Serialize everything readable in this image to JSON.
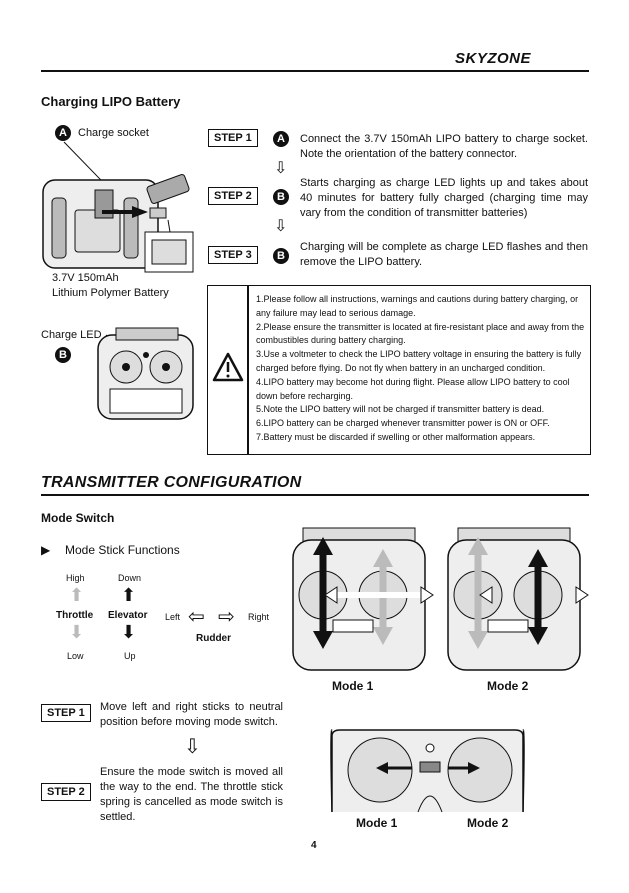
{
  "header": {
    "brand": "SKYZONE"
  },
  "charging": {
    "title": "Charging LIPO Battery",
    "label_a": "A",
    "label_b": "B",
    "charge_socket": "Charge socket",
    "battery_line1": "3.7V 150mAh",
    "battery_line2": "Lithium Polymer Battery",
    "charge_led": "Charge LED",
    "steps": [
      {
        "label": "STEP 1",
        "marker": "A",
        "text": "Connect the 3.7V 150mAh LIPO battery to charge socket. Note the orientation of the battery connector."
      },
      {
        "label": "STEP 2",
        "marker": "B",
        "text": "Starts charging as charge LED lights up and takes about 40 minutes for battery fully charged (charging time may vary from the condition of transmitter batteries)"
      },
      {
        "label": "STEP 3",
        "marker": "B",
        "text": "Charging will be complete as charge LED flashes and then remove the LIPO battery."
      }
    ],
    "warnings": [
      "1.Please follow all instructions, warnings and cautions during battery charging, or any failure may lead to serious damage.",
      "2.Please ensure the transmitter is located at fire-resistant place and away from the combustibles during battery charging.",
      "3.Use a voltmeter to check the LIPO battery voltage in ensuring the battery is fully charged before flying. Do not fly when battery in an uncharged condition.",
      "4.LIPO battery may become hot during flight. Please allow LIPO battery to cool down before recharging.",
      "5.Note the LIPO battery will not be charged if transmitter battery is dead.",
      "6.LIPO battery can be charged whenever transmitter power is ON or OFF.",
      "7.Battery must be discarded if swelling or other malformation appears."
    ]
  },
  "transmitter": {
    "title": "TRANSMITTER CONFIGURATION",
    "mode_switch": "Mode Switch",
    "stick_functions": "Mode Stick Functions",
    "high": "High",
    "low": "Low",
    "down": "Down",
    "up": "Up",
    "throttle": "Throttle",
    "elevator": "Elevator",
    "left": "Left",
    "right": "Right",
    "rudder": "Rudder",
    "mode1": "Mode 1",
    "mode2": "Mode 2",
    "step1_label": "STEP 1",
    "step1_text": "Move left and right sticks to neutral position before moving mode switch.",
    "step2_label": "STEP 2",
    "step2_text": "Ensure the mode switch is moved all the way to the end. The throttle stick spring is cancelled as mode switch is settled."
  },
  "footer": {
    "page_number": "4"
  }
}
